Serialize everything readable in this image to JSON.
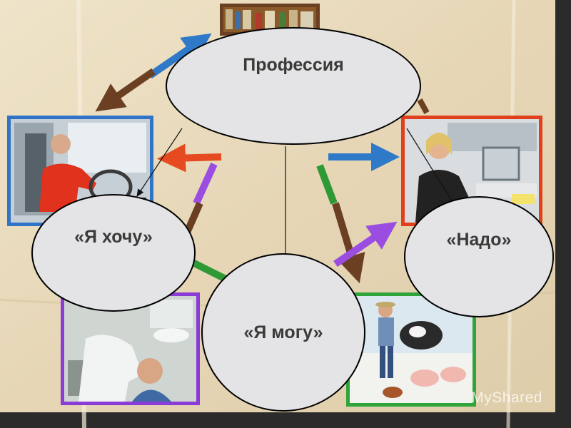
{
  "diagram": {
    "center_label": "Профессия",
    "want_label": "«Я хочу»",
    "can_label": "«Я могу»",
    "need_label": "«Надо»"
  },
  "watermark": "MyShared",
  "colors": {
    "background": "#e9dcc0",
    "oval_fill": "#e4e4e6",
    "frame_blue": "#2f74c6",
    "frame_red": "#e0411c",
    "frame_purple": "#8b3bd6",
    "frame_green": "#2fa43a",
    "frame_brown": "#6b3f22",
    "arrow_blue": "#2f79c9",
    "arrow_brown": "#6b3f22",
    "arrow_red": "#e54a20",
    "arrow_purple": "#9a4de0",
    "arrow_green": "#2f9a35"
  }
}
